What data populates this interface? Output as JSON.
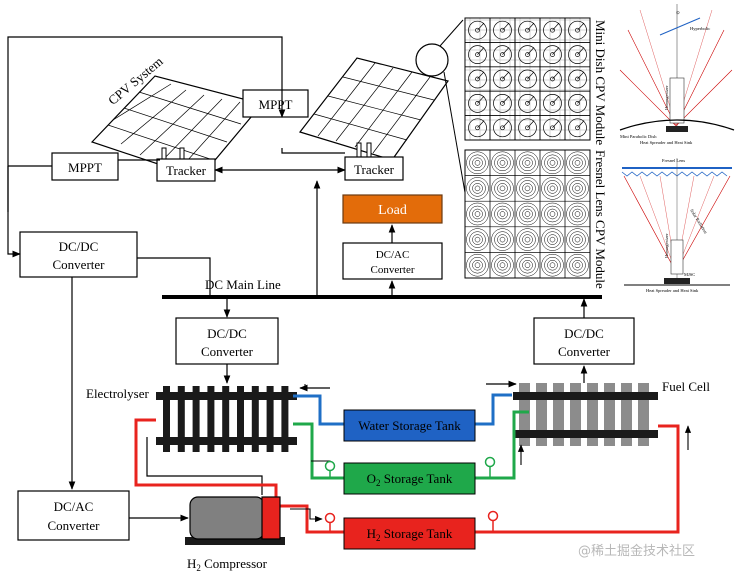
{
  "labels": {
    "cpv_system": "CPV System",
    "mppt_top": "MPPT",
    "mppt_left": "MPPT",
    "tracker_left": "Tracker",
    "tracker_right": "Tracker",
    "load": "Load",
    "dcac_top_1": "DC/AC",
    "dcac_top_2": "Converter",
    "dcdc_left_1": "DC/DC",
    "dcdc_left_2": "Converter",
    "dc_main_line": "DC Main Line",
    "dcdc_mid_1": "DC/DC",
    "dcdc_mid_2": "Converter",
    "dcdc_right_1": "DC/DC",
    "dcdc_right_2": "Converter",
    "electrolyser": "Electrolyser",
    "fuel_cell": "Fuel Cell",
    "water_tank": "Water Storage Tank",
    "o2_pre": "O",
    "o2_sub": "2",
    "o2_post": " Storage Tank",
    "h2_pre": "H",
    "h2_sub": "2",
    "h2_post": " Storage Tank",
    "dcac_bottom_1": "DC/AC",
    "dcac_bottom_2": "Converter",
    "compressor_pre": "H",
    "compressor_sub": "2",
    "compressor_post": " Compressor",
    "mini_dish_module": "Mini Dish CPV Module",
    "fresnel_module": "Fresnel Lens CPV Module",
    "dish_caption": "Mini Parabolic Dish",
    "dish_spreader": "Heat Spreader and Heat Sink",
    "dish_hyperbolic": "Hyperbolic",
    "dish_homogenizer": "Homogenizer",
    "fresnel_lens": "Fresnel Lens",
    "fresnel_solar": "Solar Radiation",
    "fresnel_homogenizer": "Homogenizer",
    "fresnel_mjsc": "MJSC",
    "fresnel_spreader": "Heat Spreader and Heat Sink",
    "watermark": "@稀土掘金技术社区"
  },
  "colors": {
    "load_fill": "#e36c0a",
    "water_tank_fill": "#1f62c4",
    "o2_tank_fill": "#1fa84a",
    "h2_tank_fill": "#e8231e",
    "water_line": "#1f6fc6",
    "o2_line": "#1fa84a",
    "h2_line": "#e8231e",
    "stack_plate": "#1a1a1a",
    "fuelcell_plate": "#8c8c8c",
    "compressor_body": "#808080"
  }
}
